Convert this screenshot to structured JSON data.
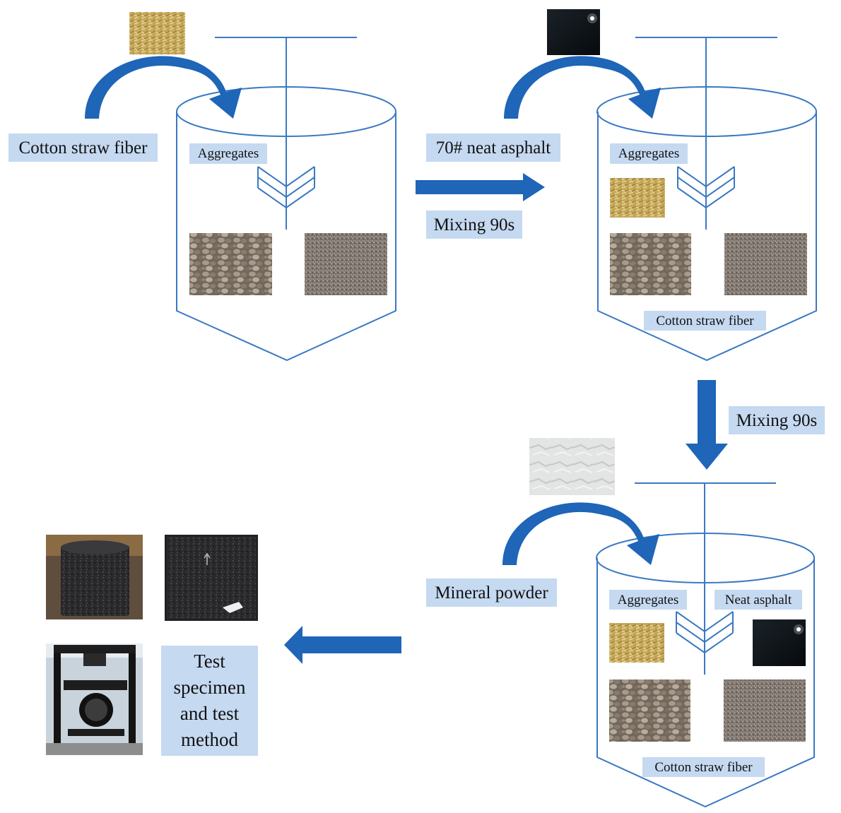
{
  "colors": {
    "line": "#3a79c3",
    "arrow": "#1f65b8",
    "label_bg": "#c5d9f1",
    "text": "#111111"
  },
  "labels": {
    "stage1_input": "Cotton straw fiber",
    "stage1_aggregates": "Aggregates",
    "stage2_input": "70# neat asphalt",
    "mixing_1": "Mixing 90s",
    "stage2_aggregates": "Aggregates",
    "stage2_fiber": "Cotton straw fiber",
    "mixing_2": "Mixing 90s",
    "stage3_input": "Mineral powder",
    "stage3_aggregates": "Aggregates",
    "stage3_asphalt": "Neat asphalt",
    "stage3_fiber": "Cotton straw fiber",
    "output": [
      "Test",
      "specimen",
      "and test",
      "method"
    ]
  },
  "photos": {
    "fiber": "straw-fiber-photo",
    "asphalt": "asphalt-binder-photo",
    "coarse": "coarse-aggregate-photo",
    "fine": "fine-aggregate-photo",
    "powder": "mineral-powder-photo",
    "cylinder": "cylindrical-specimen-photo",
    "slab": "slab-specimen-photo",
    "machine": "testing-machine-photo"
  }
}
